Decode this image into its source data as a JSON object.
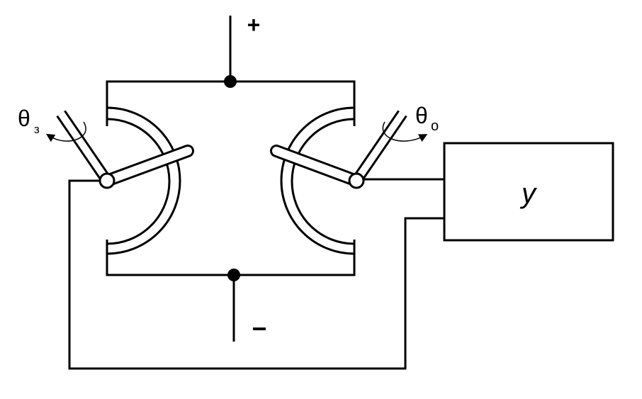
{
  "diagram": {
    "positive_terminal_label": "+",
    "negative_terminal_label": "−",
    "left_angle_symbol": "θ",
    "left_angle_subscript": "з",
    "right_angle_symbol": "θ",
    "right_angle_subscript": "o",
    "block_label": "y"
  }
}
